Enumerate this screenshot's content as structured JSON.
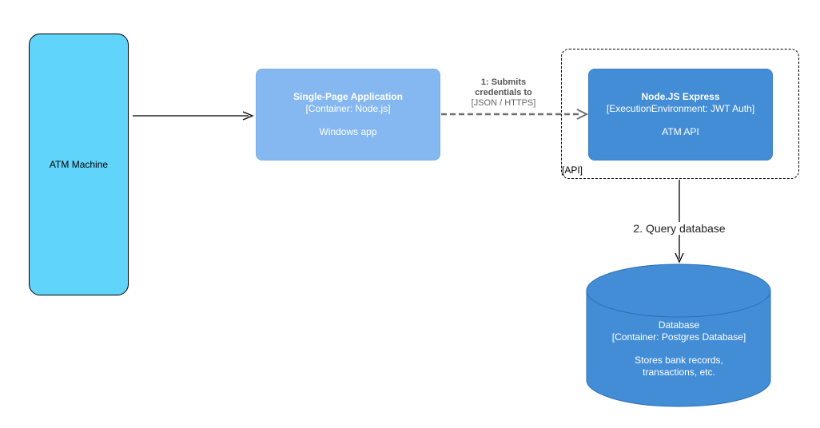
{
  "nodes": {
    "atm": {
      "label": "ATM Machine",
      "fill_color": "#61d4fb"
    },
    "spa": {
      "title": "Single-Page Application",
      "technology": "[Container: Node.js]",
      "description": "Windows app",
      "fill_color": "#85b8f0"
    },
    "api": {
      "title": "Node.JS Express",
      "technology": "[ExecutionEnvironment: JWT Auth]",
      "description": "ATM API",
      "fill_color": "#438dd6"
    },
    "database": {
      "title": "Database",
      "technology": "[Container: Postgres Database]",
      "description_line1": "Stores bank records,",
      "description_line2": "transactions, etc.",
      "fill_color": "#438dd6"
    }
  },
  "boundary": {
    "label": "[API]"
  },
  "edges": {
    "spa_to_api": {
      "label_line1": "1: Submits",
      "label_line2": "credentials to",
      "label_line3": "[JSON / HTTPS]",
      "style": "dashed"
    },
    "api_to_database": {
      "label": "2. Query database",
      "style": "solid"
    },
    "atm_to_spa": {
      "style": "solid"
    }
  }
}
